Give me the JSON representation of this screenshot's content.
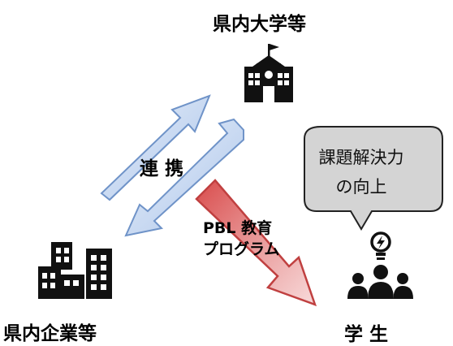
{
  "nodes": {
    "university": "県内大学等",
    "companies": "県内企業等",
    "students": "学 生"
  },
  "arrows": {
    "collaboration": "連 携",
    "pbl_line1": "PBL 教育",
    "pbl_line2": "プログラム"
  },
  "bubble": {
    "line1": "課題解決力",
    "line2": "の向上"
  },
  "colors": {
    "collab_fill": "#c8d8f0",
    "collab_stroke": "#6f93c8",
    "pbl_fill": "#e8a0a0",
    "pbl_stroke": "#c04040",
    "bubble_fill": "#d4d4d4"
  },
  "icons": [
    "school-icon",
    "office-buildings-icon",
    "idea-bulb-icon",
    "group-of-people-icon"
  ]
}
